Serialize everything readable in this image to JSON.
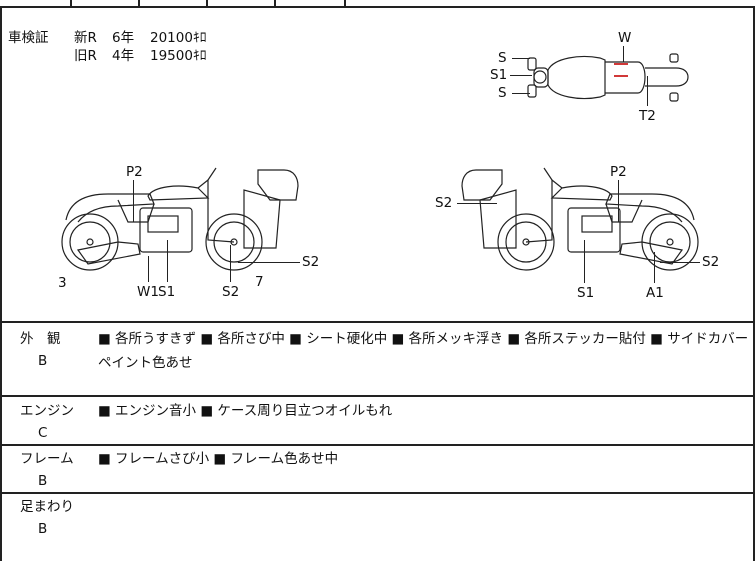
{
  "inspection": {
    "label": "車検証",
    "rows": [
      {
        "era": "新R",
        "years": "6年",
        "km": "20100ｷﾛ"
      },
      {
        "era": "旧R",
        "years": "4年",
        "km": "19500ｷﾛ"
      }
    ]
  },
  "top_view": {
    "labels": [
      "W",
      "S",
      "S1",
      "S",
      "T2"
    ]
  },
  "left_view": {
    "labels": [
      "P2",
      "3",
      "W1",
      "S1",
      "S2",
      "7",
      "S2"
    ]
  },
  "right_view": {
    "labels": [
      "P2",
      "S2",
      "S2",
      "S1",
      "A1"
    ]
  },
  "condition": [
    {
      "category": "外　観",
      "grade": "B",
      "notes": "■ 各所うすきず ■ 各所さび中 ■ シート硬化中 ■ 各所メッキ浮き ■ 各所ステッカー貼付 ■ サイドカバーペイント色あせ"
    },
    {
      "category": "エンジン",
      "grade": "C",
      "notes": "■ エンジン音小 ■ ケース周り目立つオイルもれ"
    },
    {
      "category": "フレーム",
      "grade": "B",
      "notes": "■ フレームさび小 ■ フレーム色あせ中"
    },
    {
      "category": "足まわり",
      "grade": "B",
      "notes": ""
    }
  ],
  "colors": {
    "line": "#222222",
    "mark": "#cc2222"
  },
  "icons": [
    "motorcycle-top-view-icon",
    "motorcycle-left-side-icon",
    "motorcycle-right-side-icon"
  ]
}
